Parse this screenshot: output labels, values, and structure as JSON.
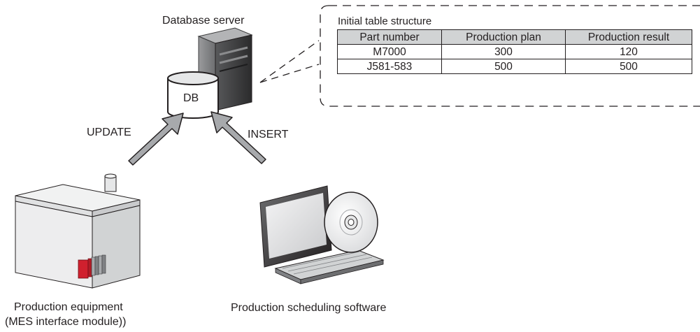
{
  "server": {
    "label": "Database server",
    "db_label": "DB"
  },
  "arrows": {
    "update_label": "UPDATE",
    "insert_label": "INSERT"
  },
  "table": {
    "title": "Initial table structure",
    "headers": [
      "Part number",
      "Production plan",
      "Production result"
    ],
    "rows": [
      [
        "M7000",
        "300",
        "120"
      ],
      [
        "J581-583",
        "500",
        "500"
      ]
    ]
  },
  "equipment": {
    "label_line1": "Production equipment",
    "label_line2": "(MES interface module))"
  },
  "scheduler": {
    "label": "Production scheduling software"
  },
  "colors": {
    "line": "#231f20",
    "arrow_fill": "#a7a9ac",
    "header_fill": "#d1d3d4",
    "plc_red": "#d0202e",
    "server_dark": "#3b3b3c"
  }
}
